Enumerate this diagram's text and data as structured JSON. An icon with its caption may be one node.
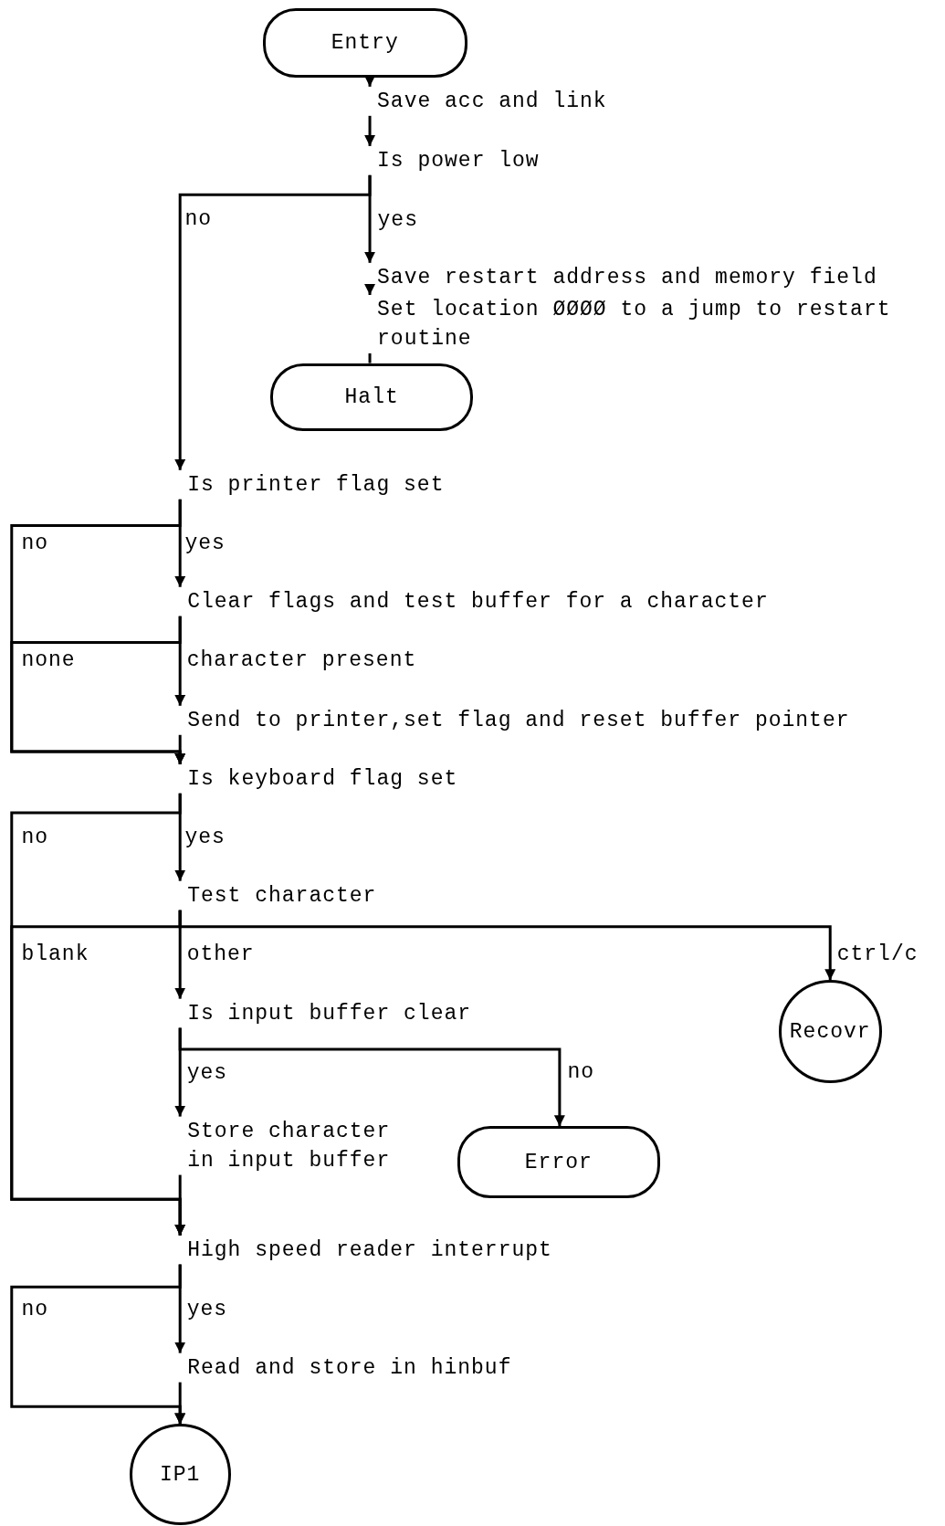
{
  "diagram": {
    "nodes": [
      {
        "text": [
          "Entry"
        ]
      },
      {
        "text": [
          "Save acc and link"
        ]
      },
      {
        "text": [
          "Is power low"
        ]
      },
      {
        "text": [
          "Save restart address and memory field"
        ]
      },
      {
        "text": [
          "Set location ØØØØ to a jump to restart routine"
        ]
      },
      {
        "text": [
          "Halt"
        ]
      },
      {
        "text": [
          "Is printer flag set"
        ]
      },
      {
        "text": [
          "Clear flags and test buffer for a character"
        ]
      },
      {
        "text": [
          "Send to printer,set flag and reset buffer pointer"
        ]
      },
      {
        "text": [
          "Is keyboard flag set"
        ]
      },
      {
        "text": [
          "Test character"
        ]
      },
      {
        "text": [
          "Is input buffer clear"
        ]
      },
      {
        "text": [
          "Store character in input buffer"
        ]
      },
      {
        "text": [
          "Error"
        ]
      },
      {
        "text": [
          "Recovr"
        ]
      },
      {
        "text": [
          "High speed reader interrupt"
        ]
      },
      {
        "text": [
          "Read and store in hinbuf"
        ]
      },
      {
        "text": [
          "IP1"
        ]
      }
    ],
    "edges": [
      {
        "from": 0,
        "to": 1,
        "arrow": "to"
      },
      {
        "from": 1,
        "to": 2,
        "arrow": "to"
      },
      {
        "from": 2,
        "to": 3,
        "arrow": "to",
        "label": "yes"
      },
      {
        "from": 2,
        "to": 6,
        "arrow": "to",
        "label": "no"
      },
      {
        "from": 3,
        "to": 4,
        "arrow": "to"
      },
      {
        "from": 4,
        "to": 5,
        "arrow": "none"
      },
      {
        "from": 6,
        "to": 7,
        "arrow": "to",
        "label": "yes"
      },
      {
        "from": 6,
        "to": 9,
        "arrow": "to",
        "label": "no"
      },
      {
        "from": 7,
        "to": 8,
        "arrow": "to",
        "label": "character present"
      },
      {
        "from": 7,
        "to": 9,
        "arrow": "to",
        "label": "none"
      },
      {
        "from": 8,
        "to": 9,
        "arrow": "to"
      },
      {
        "from": 9,
        "to": 10,
        "arrow": "to",
        "label": "yes"
      },
      {
        "from": 9,
        "to": 15,
        "arrow": "to",
        "label": "no"
      },
      {
        "from": 10,
        "to": 11,
        "arrow": "to",
        "label": "other"
      },
      {
        "from": 10,
        "to": 15,
        "arrow": "to",
        "label": "blank"
      },
      {
        "from": 10,
        "to": 14,
        "arrow": "to",
        "label": "ctrl/c"
      },
      {
        "from": 11,
        "to": 12,
        "arrow": "to",
        "label": "yes"
      },
      {
        "from": 11,
        "to": 13,
        "arrow": "to",
        "label": "no"
      },
      {
        "from": 12,
        "to": 15,
        "arrow": "to"
      },
      {
        "from": 15,
        "to": 16,
        "arrow": "to",
        "label": "yes"
      },
      {
        "from": 15,
        "to": 17,
        "arrow": "to",
        "label": "no"
      },
      {
        "from": 16,
        "to": 17,
        "arrow": "to"
      }
    ]
  }
}
